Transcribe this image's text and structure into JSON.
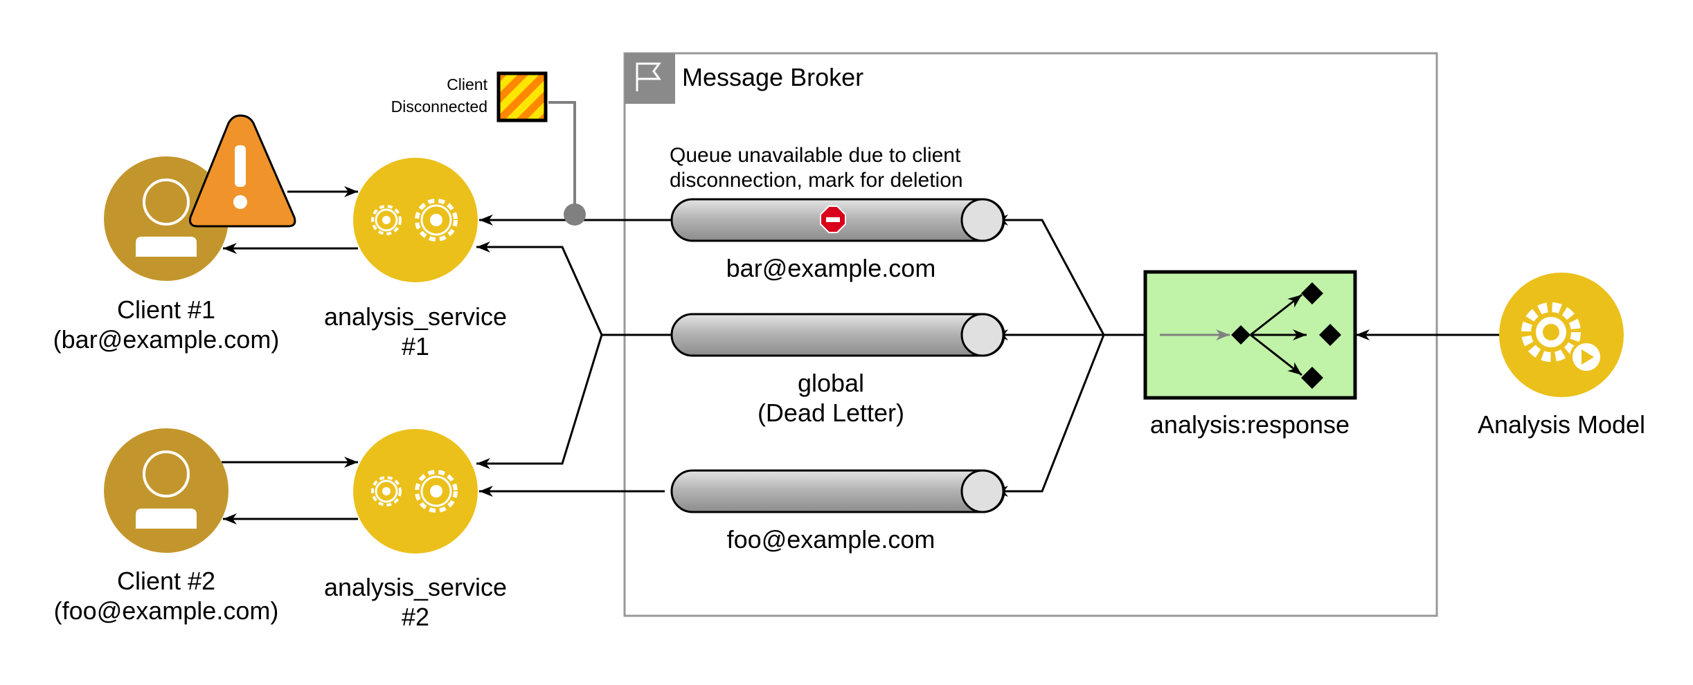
{
  "broker": {
    "title": "Message Broker"
  },
  "status": {
    "client_disconnected_line1": "Client",
    "client_disconnected_line2": "Disconnected"
  },
  "note": {
    "line1": "Queue unavailable due to client",
    "line2": "disconnection, mark for deletion"
  },
  "queues": {
    "bar": "bar@example.com",
    "global_line1": "global",
    "global_line2": "(Dead Letter)",
    "foo": "foo@example.com"
  },
  "exchange": {
    "label": "analysis:response"
  },
  "model": {
    "label": "Analysis Model"
  },
  "clients": [
    {
      "line1": "Client #1",
      "line2": "(bar@example.com)"
    },
    {
      "line1": "Client #2",
      "line2": "(foo@example.com)"
    }
  ],
  "services": [
    {
      "line1": "analysis_service",
      "line2": "#1"
    },
    {
      "line1": "analysis_service",
      "line2": "#2"
    }
  ],
  "colors": {
    "node_gold": "#EBC01B",
    "client_brown": "#C3962D",
    "warning_orange": "#F0932A",
    "exchange_green": "#C0F2A8",
    "broker_border": "#999999",
    "flag_gray": "#8A8A8A"
  },
  "icons": {
    "client": "person-icon",
    "service": "gears-icon",
    "model": "gear-play-icon",
    "warning": "warning-icon",
    "blocked": "no-entry-icon",
    "flag": "flag-icon",
    "router": "splitter-icon"
  }
}
